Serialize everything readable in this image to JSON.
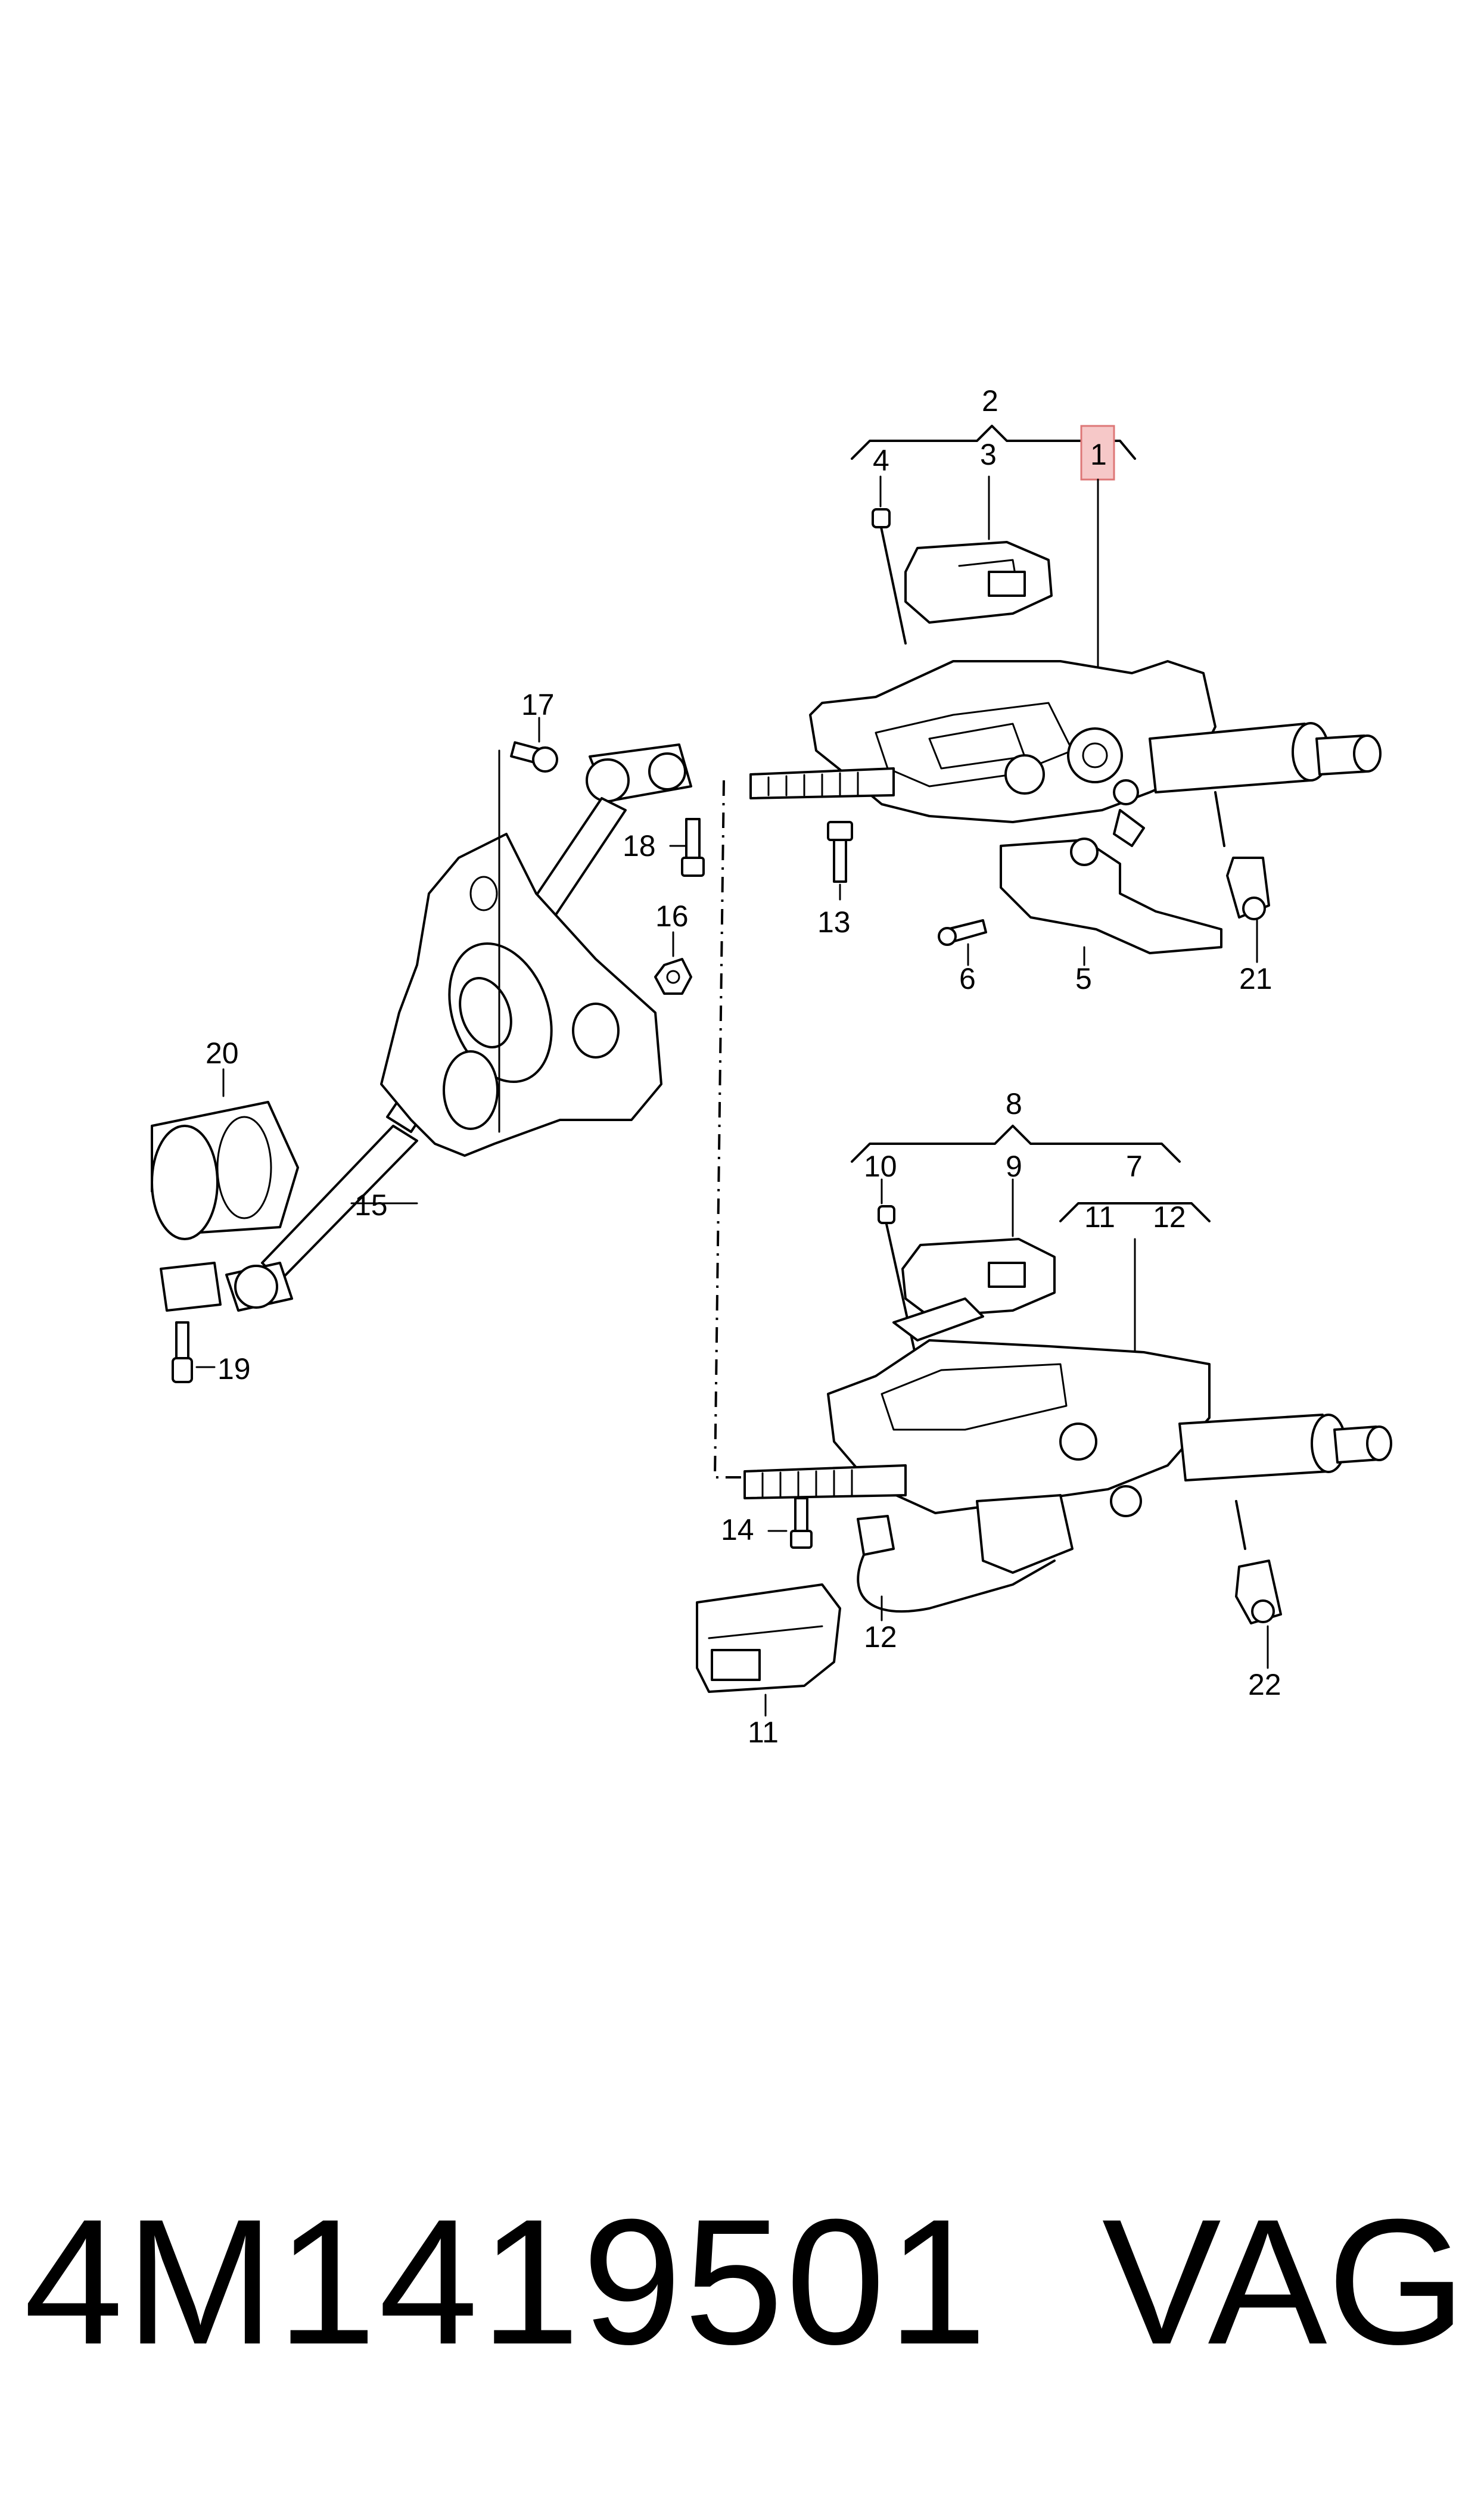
{
  "callouts": {
    "c1": "1",
    "c2": "2",
    "c3": "3",
    "c4": "4",
    "c5": "5",
    "c6": "6",
    "c7": "7",
    "c8": "8",
    "c9": "9",
    "c10": "10",
    "c11a": "11",
    "c11b": "11",
    "c12a": "12",
    "c12b": "12",
    "c13": "13",
    "c14": "14",
    "c15": "15",
    "c16": "16",
    "c17": "17",
    "c18": "18",
    "c19": "19",
    "c20": "20",
    "c21": "21",
    "c22": "22"
  },
  "footer": {
    "part_number": "4M1419501",
    "brand": "VAG"
  },
  "colors": {
    "highlight": "#f6c8c8",
    "line": "#000000",
    "background": "#ffffff"
  }
}
